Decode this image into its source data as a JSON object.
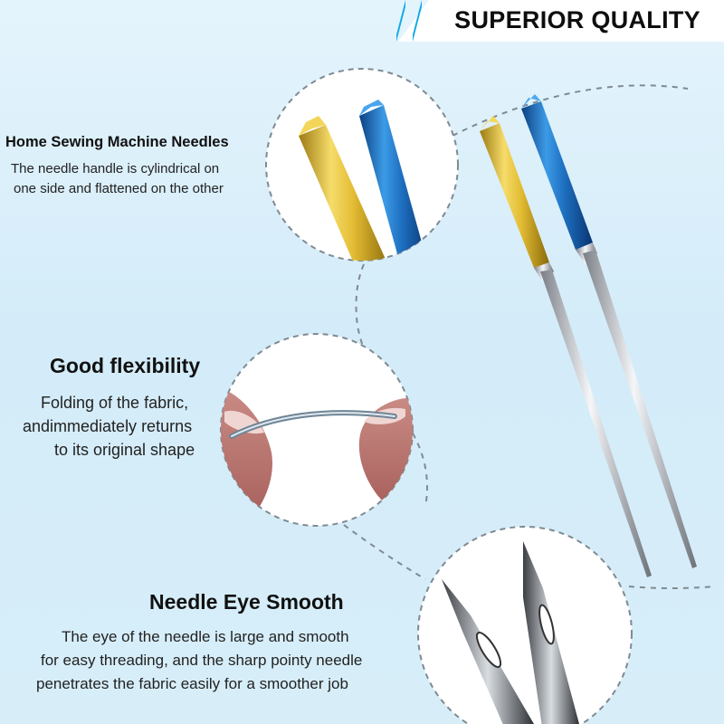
{
  "banner": {
    "title": "SUPERIOR QUALITY",
    "accent_color": "#10a9e6"
  },
  "sections": [
    {
      "heading": "Home Sewing Machine Needles",
      "lines": [
        "The needle handle is cylindrical on",
        "one side and flattened on the other"
      ]
    },
    {
      "heading": "Good flexibility",
      "lines": [
        "Folding of the fabric,",
        "andimmediately returns",
        "to its original shape"
      ]
    },
    {
      "heading": "Needle Eye Smooth",
      "lines": [
        "The eye of the needle is large and smooth",
        "for easy threading, and the sharp pointy needle",
        "penetrates the fabric easily for a smoother job"
      ]
    }
  ],
  "colors": {
    "gold_shank": "#e8c33a",
    "blue_shank": "#1e78c8",
    "background": "#d7eefa"
  }
}
